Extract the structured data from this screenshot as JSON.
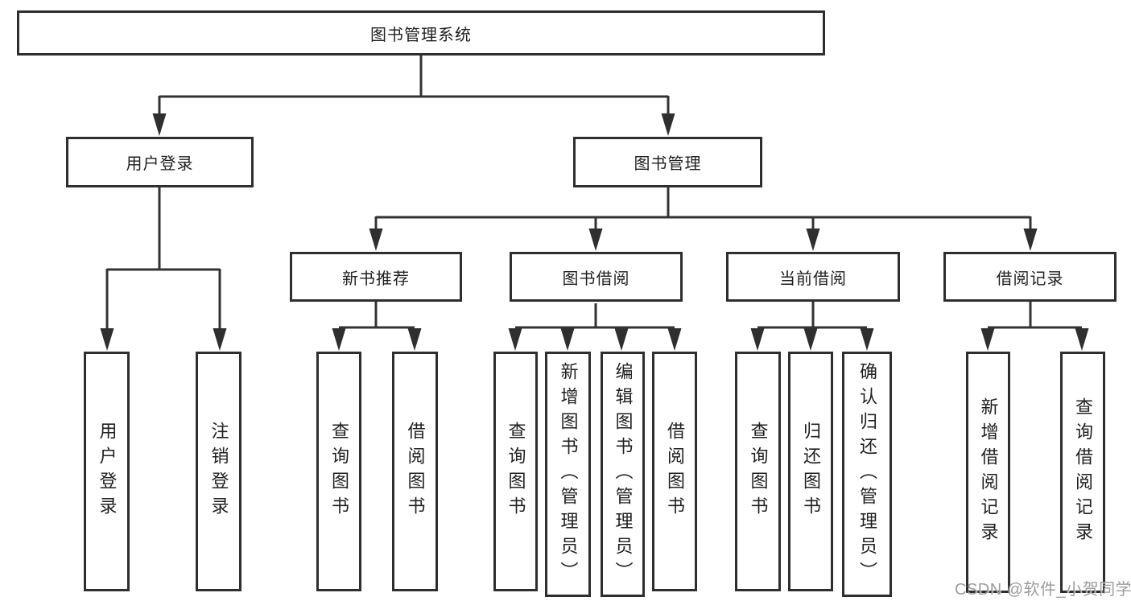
{
  "root": {
    "label": "图书管理系统"
  },
  "level2": [
    {
      "label": "用户登录"
    },
    {
      "label": "图书管理"
    }
  ],
  "level3": [
    {
      "label": "新书推荐"
    },
    {
      "label": "图书借阅"
    },
    {
      "label": "当前借阅"
    },
    {
      "label": "借阅记录"
    }
  ],
  "leaves": [
    "用户登录",
    "注销登录",
    "查询图书",
    "借阅图书",
    "查询图书",
    "新增图书（管理员）",
    "编辑图书（管理员）",
    "借阅图书",
    "查询图书",
    "归还图书",
    "确认归还（管理员）",
    "新增借阅记录",
    "查询借阅记录"
  ],
  "watermark": "CSDN @软件_小贺同学",
  "colors": {
    "line": "#333333",
    "arrow": "#2f2f2f",
    "border": "#2e2e2e",
    "text": "#1f1f1f",
    "watermark": "#949494",
    "background": "#ffffff"
  }
}
